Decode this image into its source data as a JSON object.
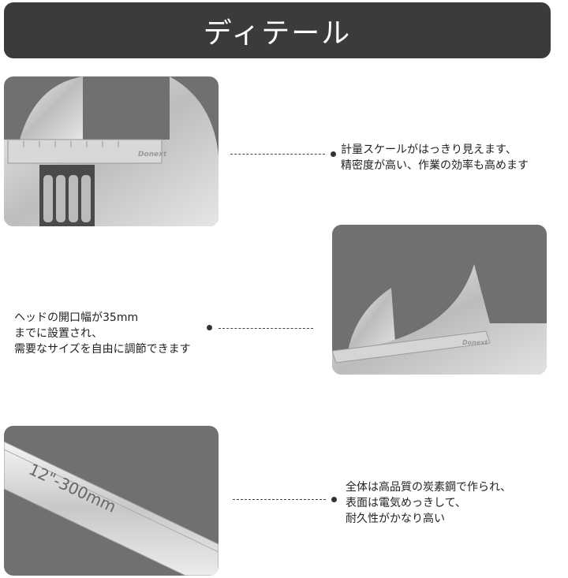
{
  "header": {
    "title": "ディテール"
  },
  "features": [
    {
      "lines": [
        "計量スケールがはっきり見えます、",
        "精密度が高い、作業の効率も高めます"
      ],
      "image_label": "Donext"
    },
    {
      "lines": [
        "ヘッドの開口幅が35mm",
        "までに設置され、",
        "需要なサイズを自由に調節できます"
      ],
      "image_label": "Donext"
    },
    {
      "lines": [
        "全体は高品質の炭素鋼で作られ、",
        "表面は電気めっきして、",
        "耐久性がかなり高い"
      ],
      "image_label": "12\"-300mm"
    }
  ],
  "colors": {
    "header_bg": "#3b3b3b",
    "panel_bg": "#707070"
  }
}
